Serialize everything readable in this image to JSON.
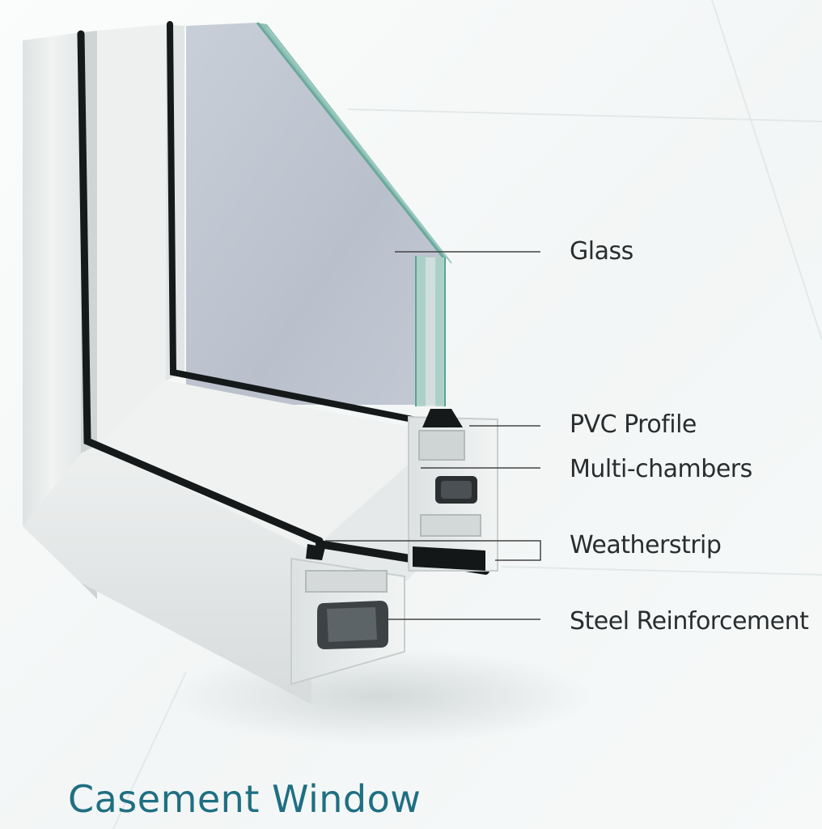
{
  "labels": {
    "glass": "Glass",
    "pvc_profile": "PVC Profile",
    "multi_chambers": "Multi-chambers",
    "weatherstrip": "Weatherstrip",
    "steel_reinforcement": "Steel Reinforcement"
  },
  "caption": "Casement Window",
  "colors": {
    "caption": "#1f6f82",
    "label_text": "#2a2d2e",
    "leader_line": "#444444",
    "pvc": "#e9ecec",
    "gasket": "#16191a",
    "glass_edge": "#5aa296"
  }
}
